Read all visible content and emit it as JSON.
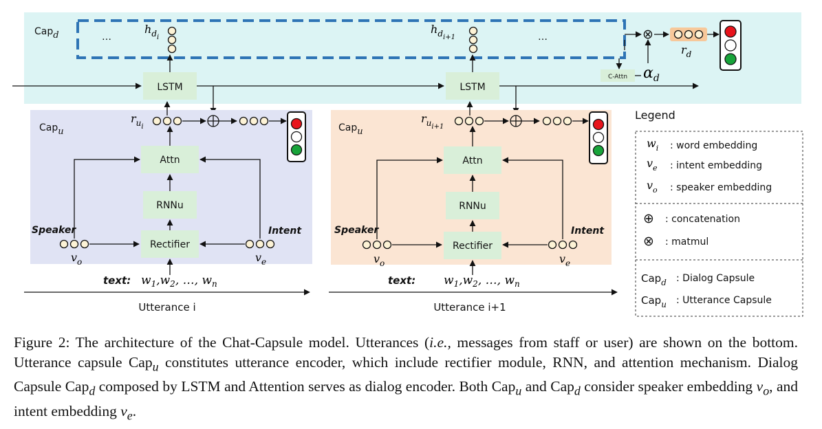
{
  "dialog_capsule": {
    "label": "Cap",
    "label_sub": "d",
    "ellipsis_left": "…",
    "ellipsis_right": "…",
    "h_left": "h",
    "h_left_sub": "d",
    "h_left_subsub": "i",
    "h_right": "h",
    "h_right_sub": "d",
    "h_right_subsub": "i+1",
    "lstm_label": "LSTM",
    "cattn_label": "C-Attn",
    "alpha": "α",
    "alpha_sub": "d",
    "matmul_symbol": "⊗",
    "r": "r",
    "r_sub": "d"
  },
  "utterance_i": {
    "cap_label": "Cap",
    "cap_sub": "u",
    "r": "r",
    "r_sub": "u",
    "r_subsub": "i",
    "attn": "Attn",
    "rnnu": "RNNu",
    "rectifier": "Rectifier",
    "speaker": "Speaker",
    "intent": "Intent",
    "vo": "v",
    "vo_sub": "o",
    "ve": "v",
    "ve_sub": "e",
    "text_label": "text:",
    "words": "w",
    "title": "Utterance i"
  },
  "utterance_i1": {
    "cap_label": "Cap",
    "cap_sub": "u",
    "r": "r",
    "r_sub": "u",
    "r_subsub": "i+1",
    "attn": "Attn",
    "rnnu": "RNNu",
    "rectifier": "Rectifier",
    "speaker": "Speaker",
    "intent": "Intent",
    "vo": "v",
    "vo_sub": "o",
    "ve": "v",
    "ve_sub": "e",
    "text_label": "text:",
    "title": "Utterance i+1"
  },
  "words": {
    "w1": "w",
    "s1": "1",
    "w2": "w",
    "s2": "2",
    "dots": "…",
    "wn": "w",
    "sn": "n"
  },
  "legend": {
    "title": "Legend",
    "items": [
      {
        "sym": "w",
        "sub": "i",
        "desc": ": word embedding"
      },
      {
        "sym": "v",
        "sub": "e",
        "desc": ": intent embedding"
      },
      {
        "sym": "v",
        "sub": "o",
        "desc": ": speaker embedding"
      }
    ],
    "ops": [
      {
        "sym": "⊕",
        "desc": ": concatenation"
      },
      {
        "sym": "⊗",
        "desc": ": matmul"
      }
    ],
    "caps": [
      {
        "sym": "Cap",
        "sub": "d",
        "desc": ": Dialog Capsule"
      },
      {
        "sym": "Cap",
        "sub": "u",
        "desc": ": Utterance Capsule"
      }
    ]
  },
  "colors": {
    "dialog_bg": "#dcf4f4",
    "utt_i_bg": "#e0e3f4",
    "utt_i1_bg": "#fbe5d3",
    "box_fill": "#d9efd9",
    "dashed_blue": "#2e74b5",
    "circle_fill": "#fdf3d6",
    "rd_fill": "#f7c89a"
  },
  "caption": {
    "prefix": "Figure 2: The architecture of the Chat-Capsule model. Utterances (",
    "ie": "i.e.,",
    "part1": " messages from staff or user) are shown on the bottom. Utterance capsule Cap",
    "sub_u1": "u",
    "part2": " constitutes utterance encoder, which include rectifier module, RNN, and attention mechanism. Dialog Capsule Cap",
    "sub_d1": "d",
    "part3": " composed by LSTM and Attention serves as dialog encoder. Both Cap",
    "sub_u2": "u",
    "part4": " and Cap",
    "sub_d2": "d",
    "part5": " consider speaker embedding ",
    "vo": "v",
    "vo_sub": "o",
    "part6": ", and intent embedding ",
    "ve": "v",
    "ve_sub": "e",
    "part7": "."
  }
}
